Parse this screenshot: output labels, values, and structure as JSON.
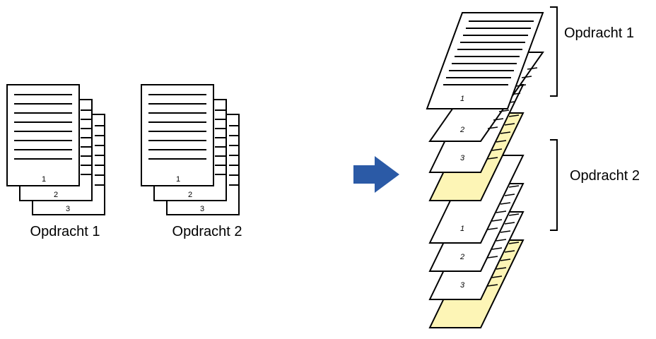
{
  "left": {
    "stacks": [
      {
        "label": "Opdracht 1",
        "pages": [
          "1",
          "2",
          "3"
        ]
      },
      {
        "label": "Opdracht 2",
        "pages": [
          "1",
          "2",
          "3"
        ]
      }
    ]
  },
  "right": {
    "sheets": [
      {
        "page": "1",
        "kind": "text"
      },
      {
        "page": "2",
        "kind": "text"
      },
      {
        "page": "3",
        "kind": "text"
      },
      {
        "page": "",
        "kind": "separator"
      },
      {
        "page": "1",
        "kind": "text"
      },
      {
        "page": "2",
        "kind": "text"
      },
      {
        "page": "3",
        "kind": "text"
      },
      {
        "page": "",
        "kind": "separator"
      }
    ],
    "groups": [
      {
        "label": "Opdracht 1"
      },
      {
        "label": "Opdracht 2"
      }
    ]
  },
  "colors": {
    "arrow": "#2b5aa6",
    "separator_sheet": "#fdf5b6",
    "paper": "#ffffff",
    "ink": "#000000"
  },
  "icons": {
    "arrow": "right-arrow-icon"
  }
}
